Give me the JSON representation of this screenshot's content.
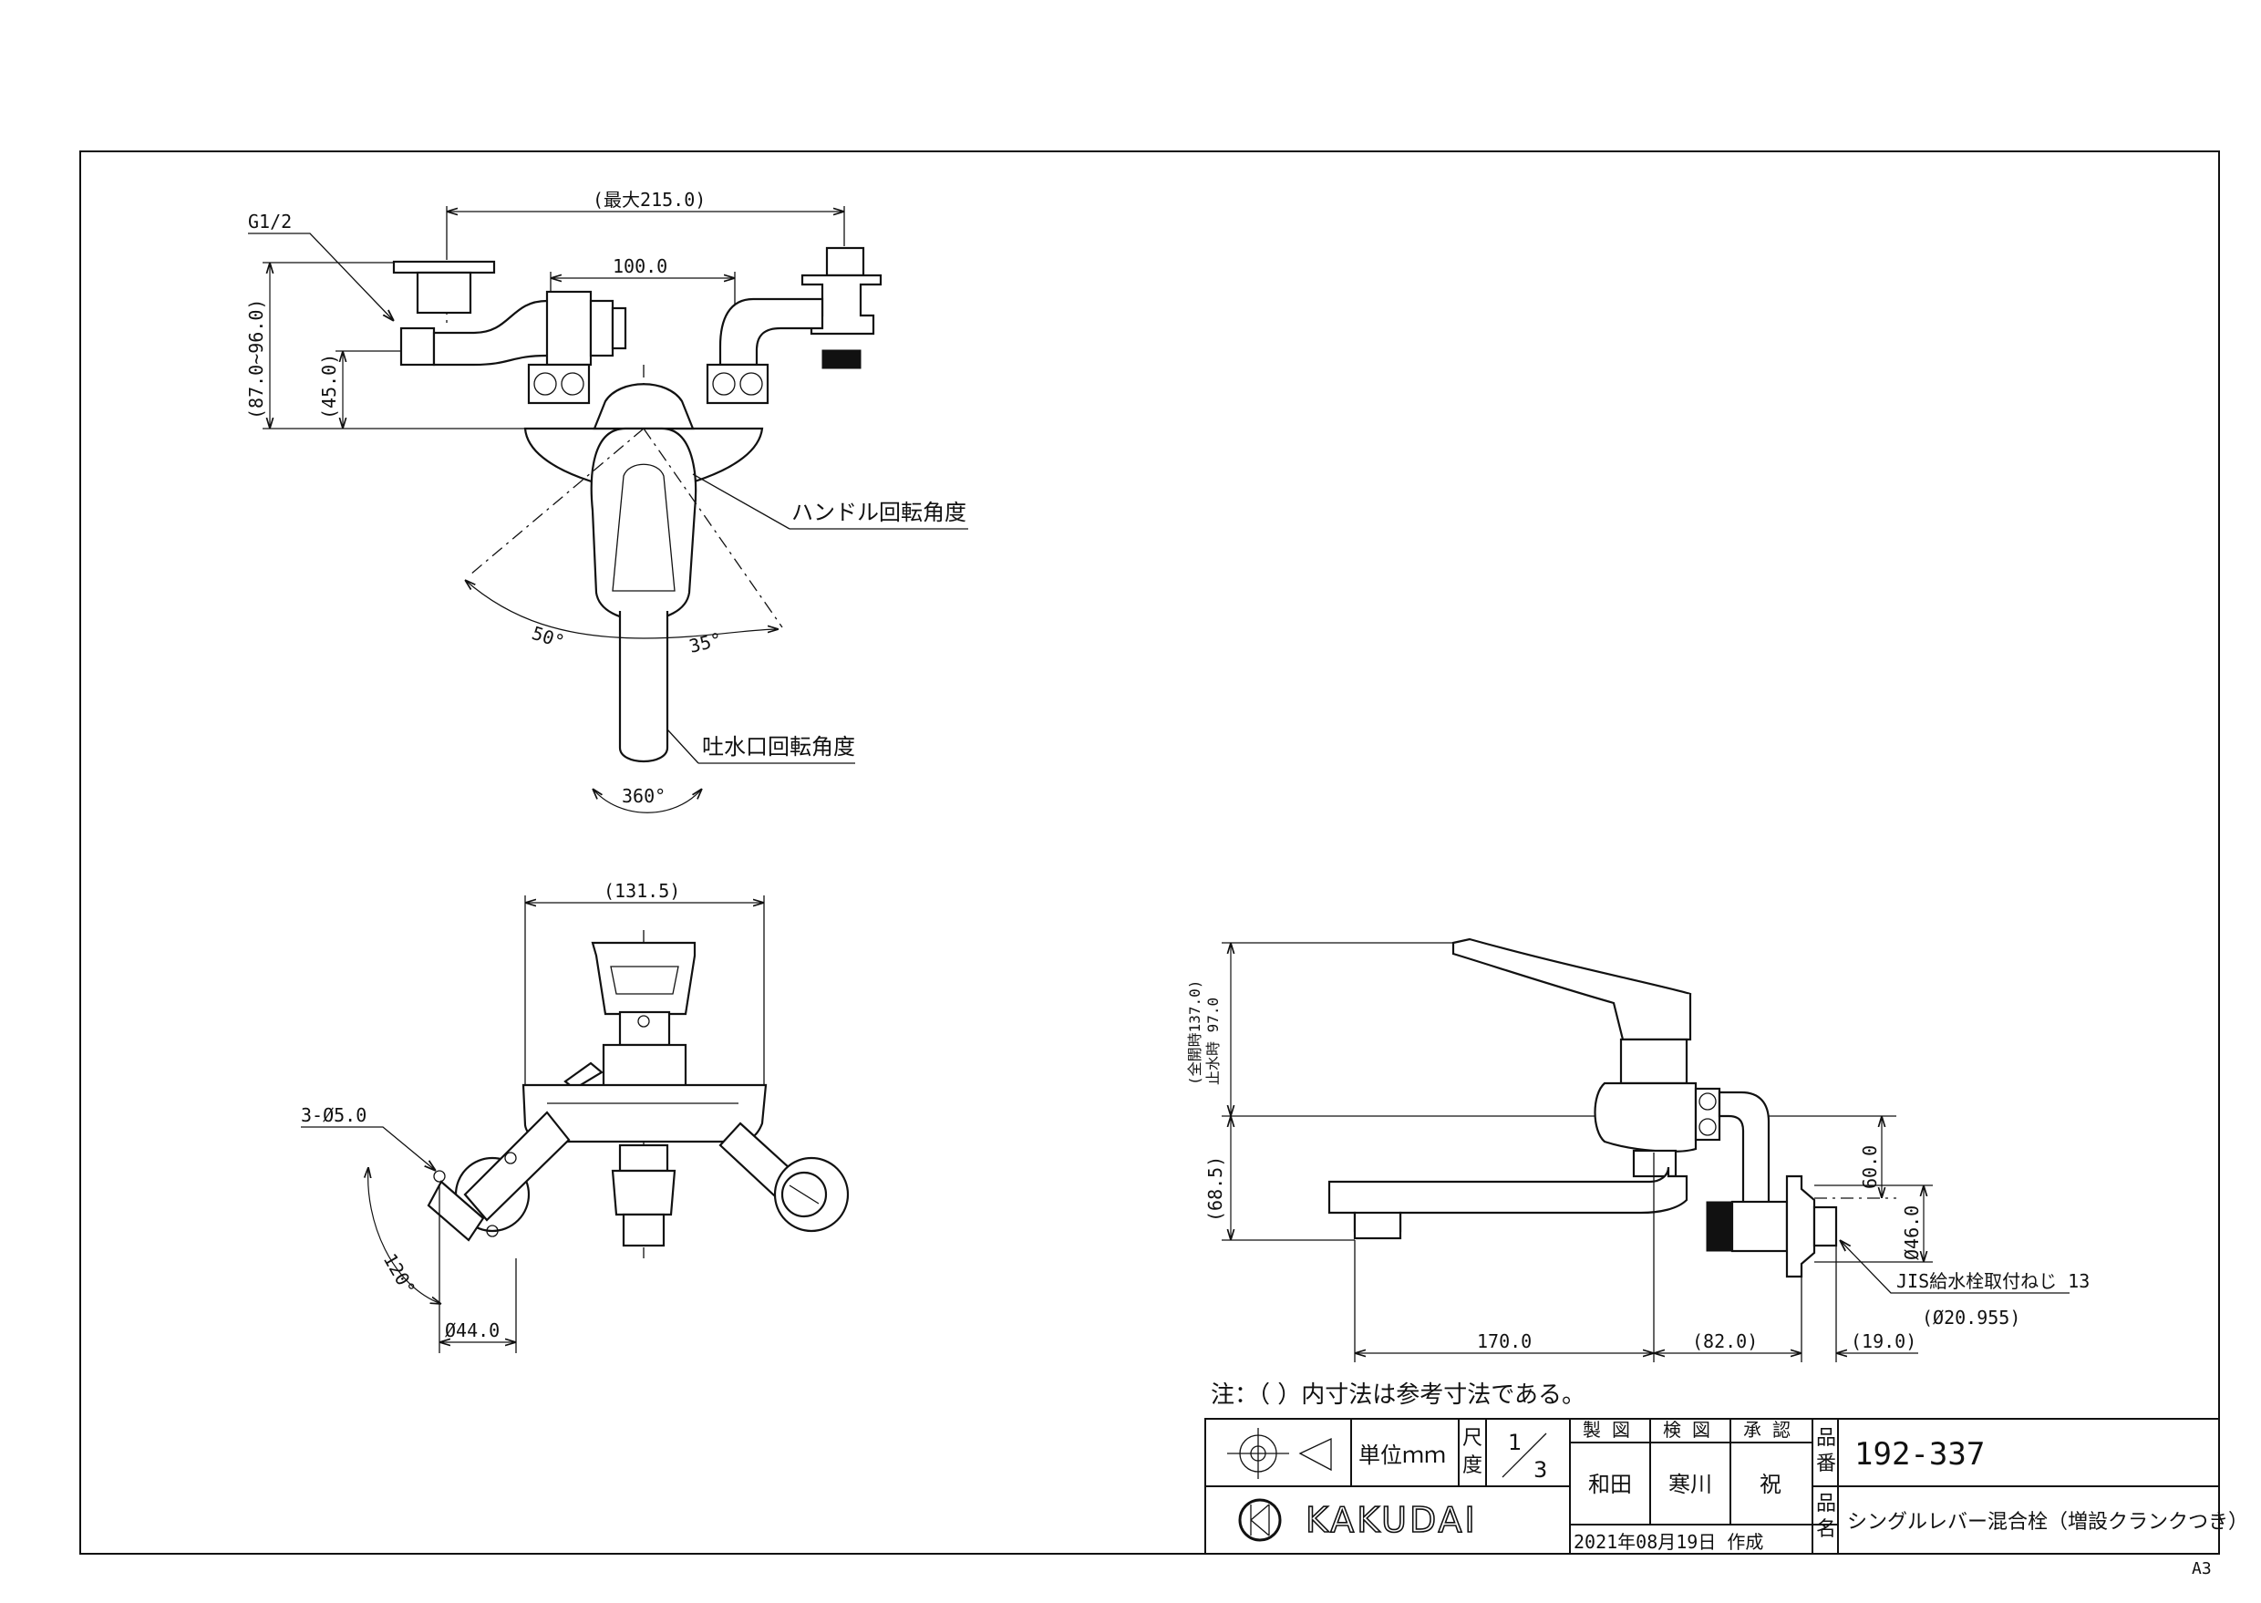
{
  "top_view": {
    "thread_label": "G1/2",
    "dim_max_width": "(最大215.0)",
    "dim_center": "100.0",
    "dim_height_range": "(87.0~96.0)",
    "dim_height_min": "(45.0)",
    "handle_angle_label": "ハンドル回転角度",
    "angle_left": "50°",
    "angle_right": "35°",
    "spout_angle_label": "吐水口回転角度",
    "spout_angle": "360°"
  },
  "front_view": {
    "dim_width": "(131.5)",
    "holes_label": "3-Ø5.0",
    "flange_angle": "120°",
    "flange_dia": "Ø44.0"
  },
  "side_view": {
    "dim_full_open": "(全開時137.0)",
    "dim_closed": "止水時 97.0",
    "dim_lower": "(68.5)",
    "dim_center_height": "60.0",
    "dim_dia": "Ø46.0",
    "jis_label": "JIS給水栓取付ねじ 13",
    "jis_dia": "(Ø20.955)",
    "dim_spout": "170.0",
    "dim_offset": "(82.0)",
    "dim_end": "(19.0)"
  },
  "note": "注：（ ）内寸法は参考寸法である。",
  "title_block": {
    "unit_label": "単位ｍｍ",
    "scale_label": "尺度",
    "scale_num": "1",
    "scale_den": "3",
    "h_drawn": "製 図",
    "h_checked": "検 図",
    "h_approved": "承 認",
    "drawn_by": "和田",
    "checked_by": "寒川",
    "approved_by": "祝",
    "part_no_label": "品番",
    "part_no": "192-337",
    "part_name_label": "品名",
    "part_name": "シングルレバー混合栓（増設クランクつき）",
    "date": "2021年08月19日 作成",
    "company": "KAKUDAI"
  },
  "sheet_size": "A3"
}
